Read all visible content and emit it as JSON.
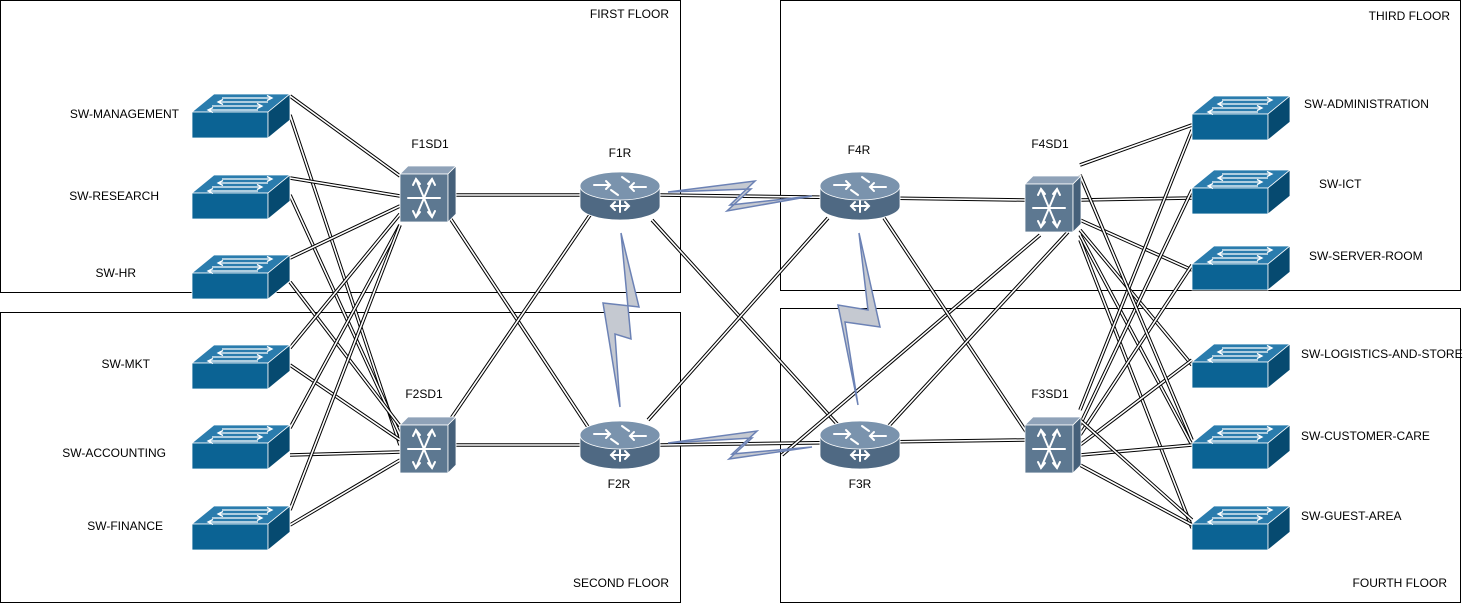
{
  "rooms": {
    "first_floor": "FIRST FLOOR",
    "second_floor": "SECOND  FLOOR",
    "third_floor": "THIRD FLOOR",
    "fourth_floor": "FOURTH FLOOR"
  },
  "access_switches": {
    "sw_management": "SW-MANAGEMENT",
    "sw_research": "SW-RESEARCH",
    "sw_hr": "SW-HR",
    "sw_mkt": "SW-MKT",
    "sw_accounting": "SW-ACCOUNTING",
    "sw_finance": "SW-FINANCE",
    "sw_administration": "SW-ADMINISTRATION",
    "sw_ict": "SW-ICT",
    "sw_server_room": "SW-SERVER-ROOM",
    "sw_logistics": "SW-LOGISTICS-AND-STORE",
    "sw_customer_care": "SW-CUSTOMER-CARE",
    "sw_guest_area": "SW-GUEST-AREA"
  },
  "distribution_switches": {
    "f1sd1": "F1SD1",
    "f2sd1": "F2SD1",
    "f3sd1": "F3SD1",
    "f4sd1": "F4SD1"
  },
  "routers": {
    "f1r": "F1R",
    "f2r": "F2R",
    "f3r": "F3R",
    "f4r": "F4R"
  },
  "colors": {
    "device_fill": "#0b6394",
    "device_top": "#2a7cad",
    "device_side": "#064a70",
    "core_switch_fill": "#5d7891",
    "router_fill": "#66809a",
    "wan_bolt_fill": "#c5c9d1",
    "wan_bolt_stroke": "#6c82b5"
  }
}
